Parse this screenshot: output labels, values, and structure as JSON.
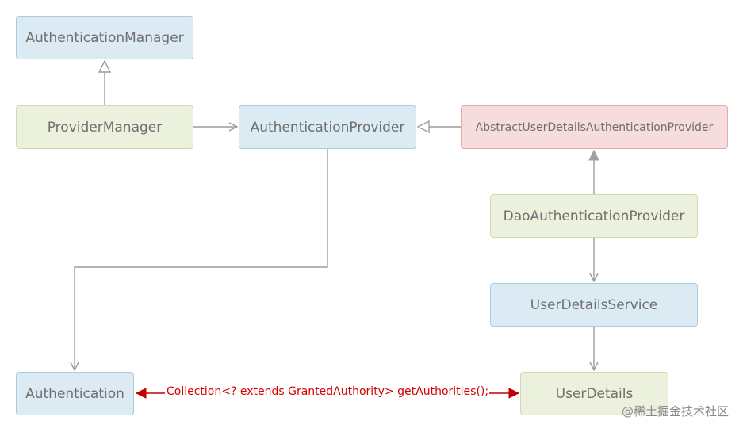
{
  "nodes": {
    "authentication_manager": "AuthenticationManager",
    "provider_manager": "ProviderManager",
    "authentication_provider": "AuthenticationProvider",
    "abstract_user_details_provider": "AbstractUserDetailsAuthenticationProvider",
    "dao_authentication_provider": "DaoAuthenticationProvider",
    "user_details_service": "UserDetailsService",
    "authentication": "Authentication",
    "user_details": "UserDetails"
  },
  "relation_label": "Collection<? extends GrantedAuthority>  getAuthorities();",
  "watermark": "@稀土掘金技术社区",
  "colors": {
    "blue_fill": "#dcebf3",
    "blue_border": "#a9cde0",
    "green_fill": "#ebf1dc",
    "green_border": "#cddcb0",
    "red_fill": "#f6dcdc",
    "red_border": "#e2a9ab",
    "connector": "#9c9c9c",
    "relation": "#c00000"
  }
}
